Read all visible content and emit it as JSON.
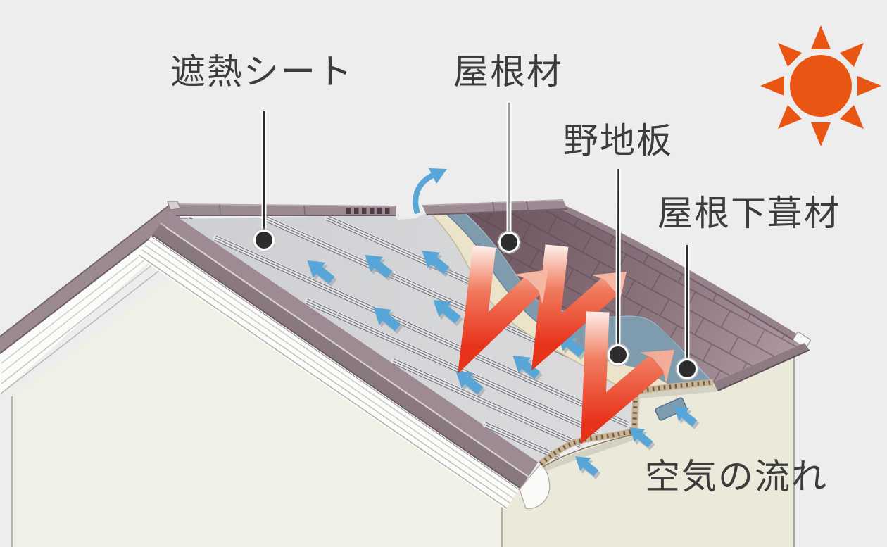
{
  "labels": {
    "heat_shield_sheet": "遮熱シート",
    "roofing_material": "屋根材",
    "sheathing_board": "野地板",
    "roof_underlayment": "屋根下葺材",
    "air_flow": "空気の流れ"
  },
  "icons": [
    {
      "name": "sun-icon",
      "meaning": "solar heat source"
    },
    {
      "name": "heat-ray-arrow-icon",
      "meaning": "radiant heat entering and reflecting"
    },
    {
      "name": "air-arrow-icon",
      "meaning": "air flowing up under the sheet"
    },
    {
      "name": "air-exit-arrow-icon",
      "meaning": "air exiting at ridge vent"
    }
  ],
  "colors": {
    "background": "#EDEDED",
    "label_text": "#3C3C3C",
    "sun": "#E95513",
    "heat": "#E8331B",
    "heat_light": "#FEF1EC",
    "air": "#58A5D8",
    "roof_trim": "#9C8A93",
    "sheet": "#D3D4D6",
    "sheathing": "#EBE4CB",
    "underlayment": "#7E9CAE",
    "gable_wall": "#F1F0E7",
    "front_wall": "#EAE9DA"
  }
}
